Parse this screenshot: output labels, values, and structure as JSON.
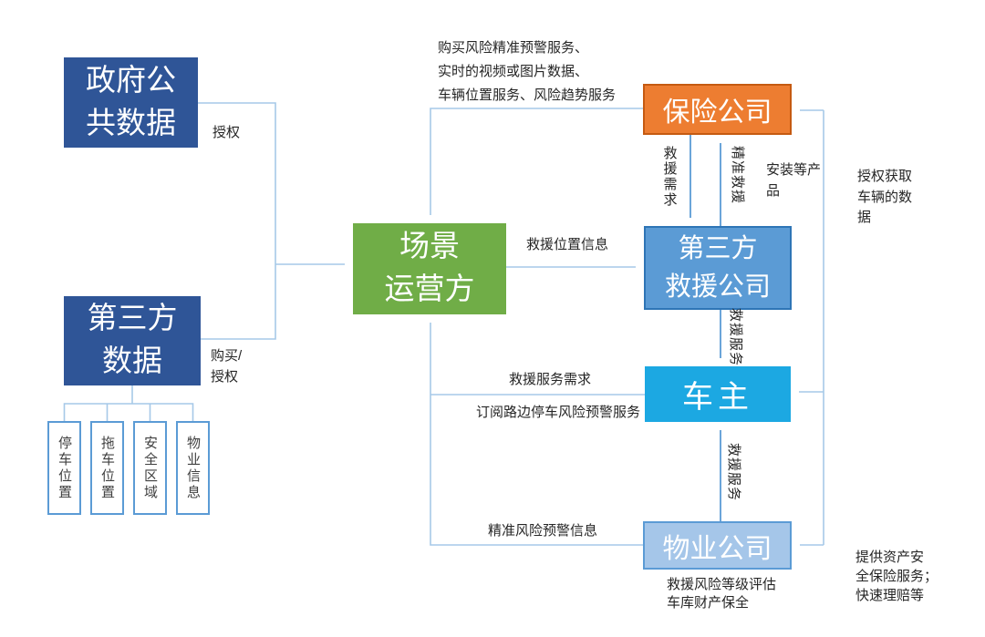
{
  "diagram": {
    "nodes": {
      "gov_data": {
        "label": "政府公\n共数据"
      },
      "third_party_data": {
        "label": "第三方\n数据"
      },
      "scene_operator": {
        "label": "场景\n运营方"
      },
      "insurance": {
        "label": "保险公司"
      },
      "rescue_company": {
        "label": "第三方\n救援公司"
      },
      "car_owner": {
        "label": "车主"
      },
      "property_company": {
        "label": "物业公司"
      },
      "data_items": [
        {
          "label": "停车位置"
        },
        {
          "label": "拖车位置"
        },
        {
          "label": "安全区域"
        },
        {
          "label": "物业信息"
        }
      ]
    },
    "edge_labels": {
      "auth": "授权",
      "buy_auth": "购买/\n授权",
      "top_services": "购买风险精准预警服务、\n实时的视频或图片数据、\n车辆位置服务、风险趋势服务",
      "rescue_location_info": "救援位置信息",
      "rescue_demand": "救援需求",
      "precise_rescue": "精准救援",
      "install_products": "安装等产\n品",
      "auth_vehicle_data": "授权获取\n车辆的数\n据",
      "rescue_service_top": "救援服务",
      "rescue_service_need": "救援服务需求",
      "subscribe_warning": "订阅路边停车风险预警服务",
      "rescue_service_bottom": "救援服务",
      "precise_risk_warning": "精准风险预警信息",
      "property_services": "提供资产安\n全保险服务；\n快速理赔等",
      "risk_assessment": "救援风险等级评估\n车库财产保全"
    },
    "colors": {
      "dark_blue": "#2f5597",
      "green": "#70ad47",
      "orange_fill": "#ed7d31",
      "orange_border": "#c55a11",
      "medium_blue_fill": "#5b9bd5",
      "medium_blue_border": "#2e75b6",
      "cyan": "#1ca8e2",
      "light_blue_fill": "#a5c6e9",
      "connector_line": "#a6c9e8",
      "arrowhead": "#5b9bd5"
    }
  }
}
